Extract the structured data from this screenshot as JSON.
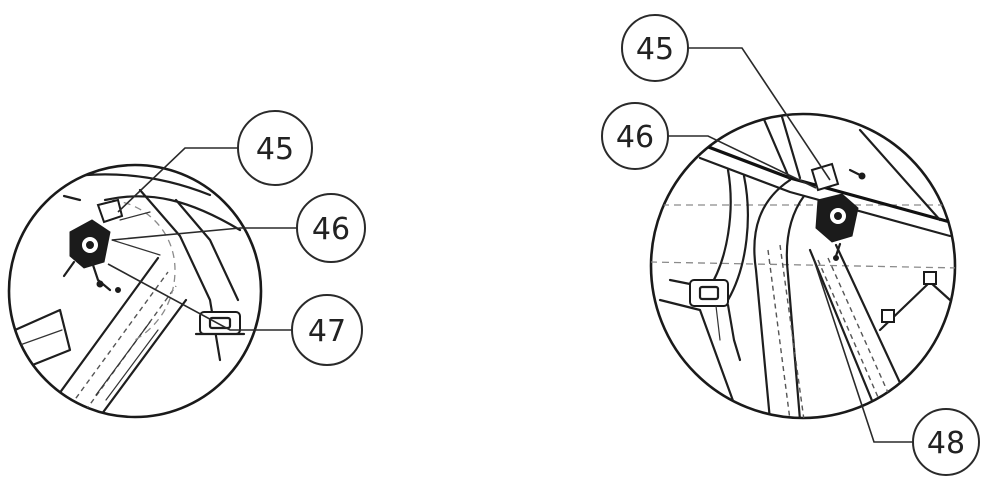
{
  "figure": {
    "left_detail": {
      "callouts": [
        {
          "id": "left-45",
          "label": "45"
        },
        {
          "id": "left-46",
          "label": "46"
        },
        {
          "id": "left-47",
          "label": "47"
        }
      ]
    },
    "right_detail": {
      "callouts": [
        {
          "id": "right-45",
          "label": "45"
        },
        {
          "id": "right-46",
          "label": "46"
        },
        {
          "id": "right-48",
          "label": "48"
        }
      ]
    },
    "colors": {
      "ink": "#1e1e1e",
      "background": "#ffffff",
      "hidden_line": "#8a8a8a"
    }
  }
}
